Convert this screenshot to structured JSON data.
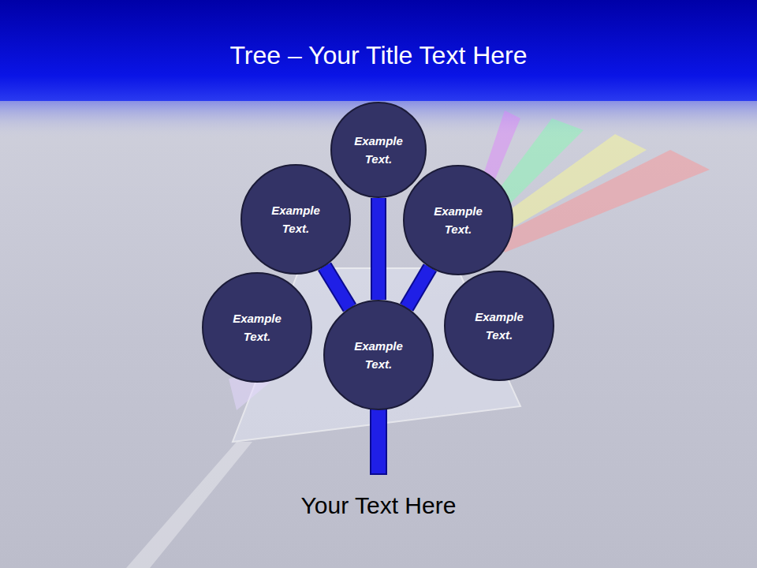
{
  "diagram": {
    "title": "Tree – Your Title Text Here",
    "caption": "Your Text Here",
    "nodes": [
      {
        "text": [
          "Example Text."
        ]
      },
      {
        "text": [
          "Example Text."
        ]
      },
      {
        "text": [
          "Example Text."
        ]
      },
      {
        "text": [
          "Example Text."
        ]
      },
      {
        "text": [
          "Example Text."
        ]
      },
      {
        "text": [
          "Example Text."
        ]
      }
    ],
    "edges": [
      {
        "from": 5,
        "to": 0,
        "arrow": "none"
      },
      {
        "from": 5,
        "to": 1,
        "arrow": "none"
      },
      {
        "from": 5,
        "to": 2,
        "arrow": "none"
      }
    ]
  }
}
